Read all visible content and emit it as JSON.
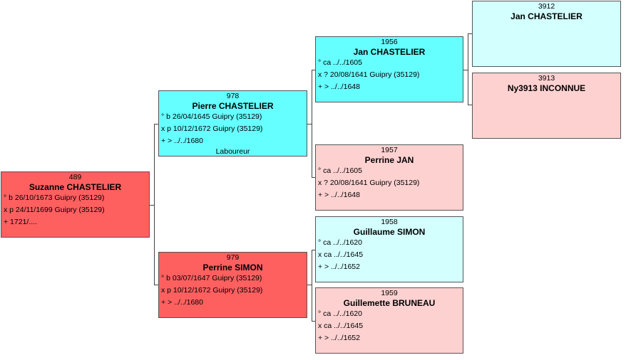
{
  "persons": {
    "p489": {
      "num": "489",
      "name": "Suzanne CHASTELIER",
      "events": [
        "° b 26/10/1673 Guipry (35129)",
        "x p 24/11/1699 Guipry (35129)",
        "+ 1721/...."
      ]
    },
    "p978": {
      "num": "978",
      "name": "Pierre CHASTELIER",
      "events": [
        "° b 26/04/1645 Guipry (35129)",
        "x p 10/12/1672 Guipry (35129)",
        "+ > ../../1680"
      ],
      "occupation": "Laboureur"
    },
    "p979": {
      "num": "979",
      "name": "Perrine SIMON",
      "events": [
        "° b 03/07/1647 Guipry (35129)",
        "x p 10/12/1672 Guipry (35129)",
        "+ > ../../1680"
      ]
    },
    "p1956": {
      "num": "1956",
      "name": "Jan CHASTELIER",
      "events": [
        "° ca ../../1605",
        "x ? 20/08/1641 Guipry (35129)",
        "+ > ../../1648"
      ]
    },
    "p1957": {
      "num": "1957",
      "name": "Perrine JAN",
      "events": [
        "° ca ../../1605",
        "x ? 20/08/1641 Guipry (35129)",
        "+ > ../../1648"
      ]
    },
    "p1958": {
      "num": "1958",
      "name": "Guillaume SIMON",
      "events": [
        "° ca ../../1620",
        "x ca ../../1645",
        "+ > ../../1652"
      ]
    },
    "p1959": {
      "num": "1959",
      "name": "Guillemette BRUNEAU",
      "events": [
        "° ca ../../1620",
        "x ca ../../1645",
        "+ > ../../1652"
      ]
    },
    "p3912": {
      "num": "3912",
      "name": "Jan CHASTELIER"
    },
    "p3913": {
      "num": "3913",
      "name": "Ny3913 INCONNUE"
    }
  },
  "colors": {
    "female_main": "#fe6060",
    "female_ancestor": "#fed1d1",
    "male_main": "#66ffff",
    "male_ancestor": "#d3ffff",
    "connector": "#444444"
  }
}
